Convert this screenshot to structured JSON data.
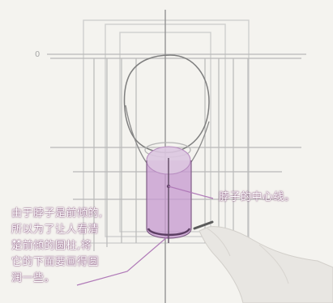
{
  "annotations": {
    "neck_center_line": "脖子的中心线。",
    "reason_lines": [
      "由于脖子是前倾的,",
      "所以为了让人看清",
      "楚前倾的圆柱,将",
      "它的下面要画得圆",
      "润一些。"
    ]
  },
  "marks": {
    "top_left_number": "0"
  },
  "colors": {
    "cylinder_fill": "#c79bd0",
    "note_line": "#b07ab8",
    "pencil": "#8f8f8f"
  }
}
